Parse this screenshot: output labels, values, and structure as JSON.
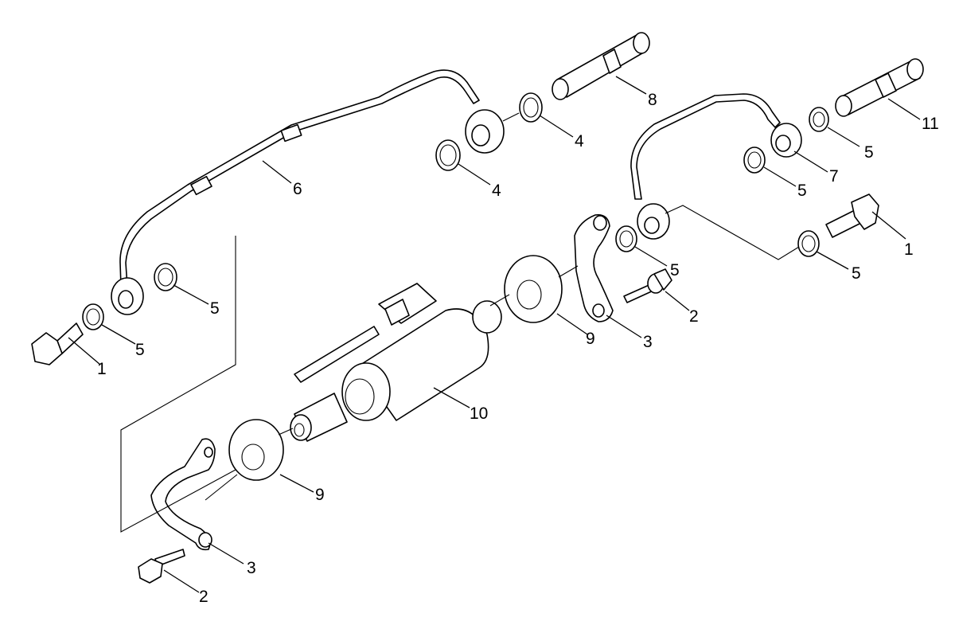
{
  "callouts": [
    {
      "id": "c1a",
      "text": "1"
    },
    {
      "id": "c1b",
      "text": "1"
    },
    {
      "id": "c2a",
      "text": "2"
    },
    {
      "id": "c2b",
      "text": "2"
    },
    {
      "id": "c3a",
      "text": "3"
    },
    {
      "id": "c3b",
      "text": "3"
    },
    {
      "id": "c4a",
      "text": "4"
    },
    {
      "id": "c4b",
      "text": "4"
    },
    {
      "id": "c5a",
      "text": "5"
    },
    {
      "id": "c5b",
      "text": "5"
    },
    {
      "id": "c5c",
      "text": "5"
    },
    {
      "id": "c5d",
      "text": "5"
    },
    {
      "id": "c5e",
      "text": "5"
    },
    {
      "id": "c5f",
      "text": "5"
    },
    {
      "id": "c6",
      "text": "6"
    },
    {
      "id": "c7",
      "text": "7"
    },
    {
      "id": "c8",
      "text": "8"
    },
    {
      "id": "c9a",
      "text": "9"
    },
    {
      "id": "c9b",
      "text": "9"
    },
    {
      "id": "c10",
      "text": "10"
    },
    {
      "id": "c11",
      "text": "11"
    }
  ]
}
